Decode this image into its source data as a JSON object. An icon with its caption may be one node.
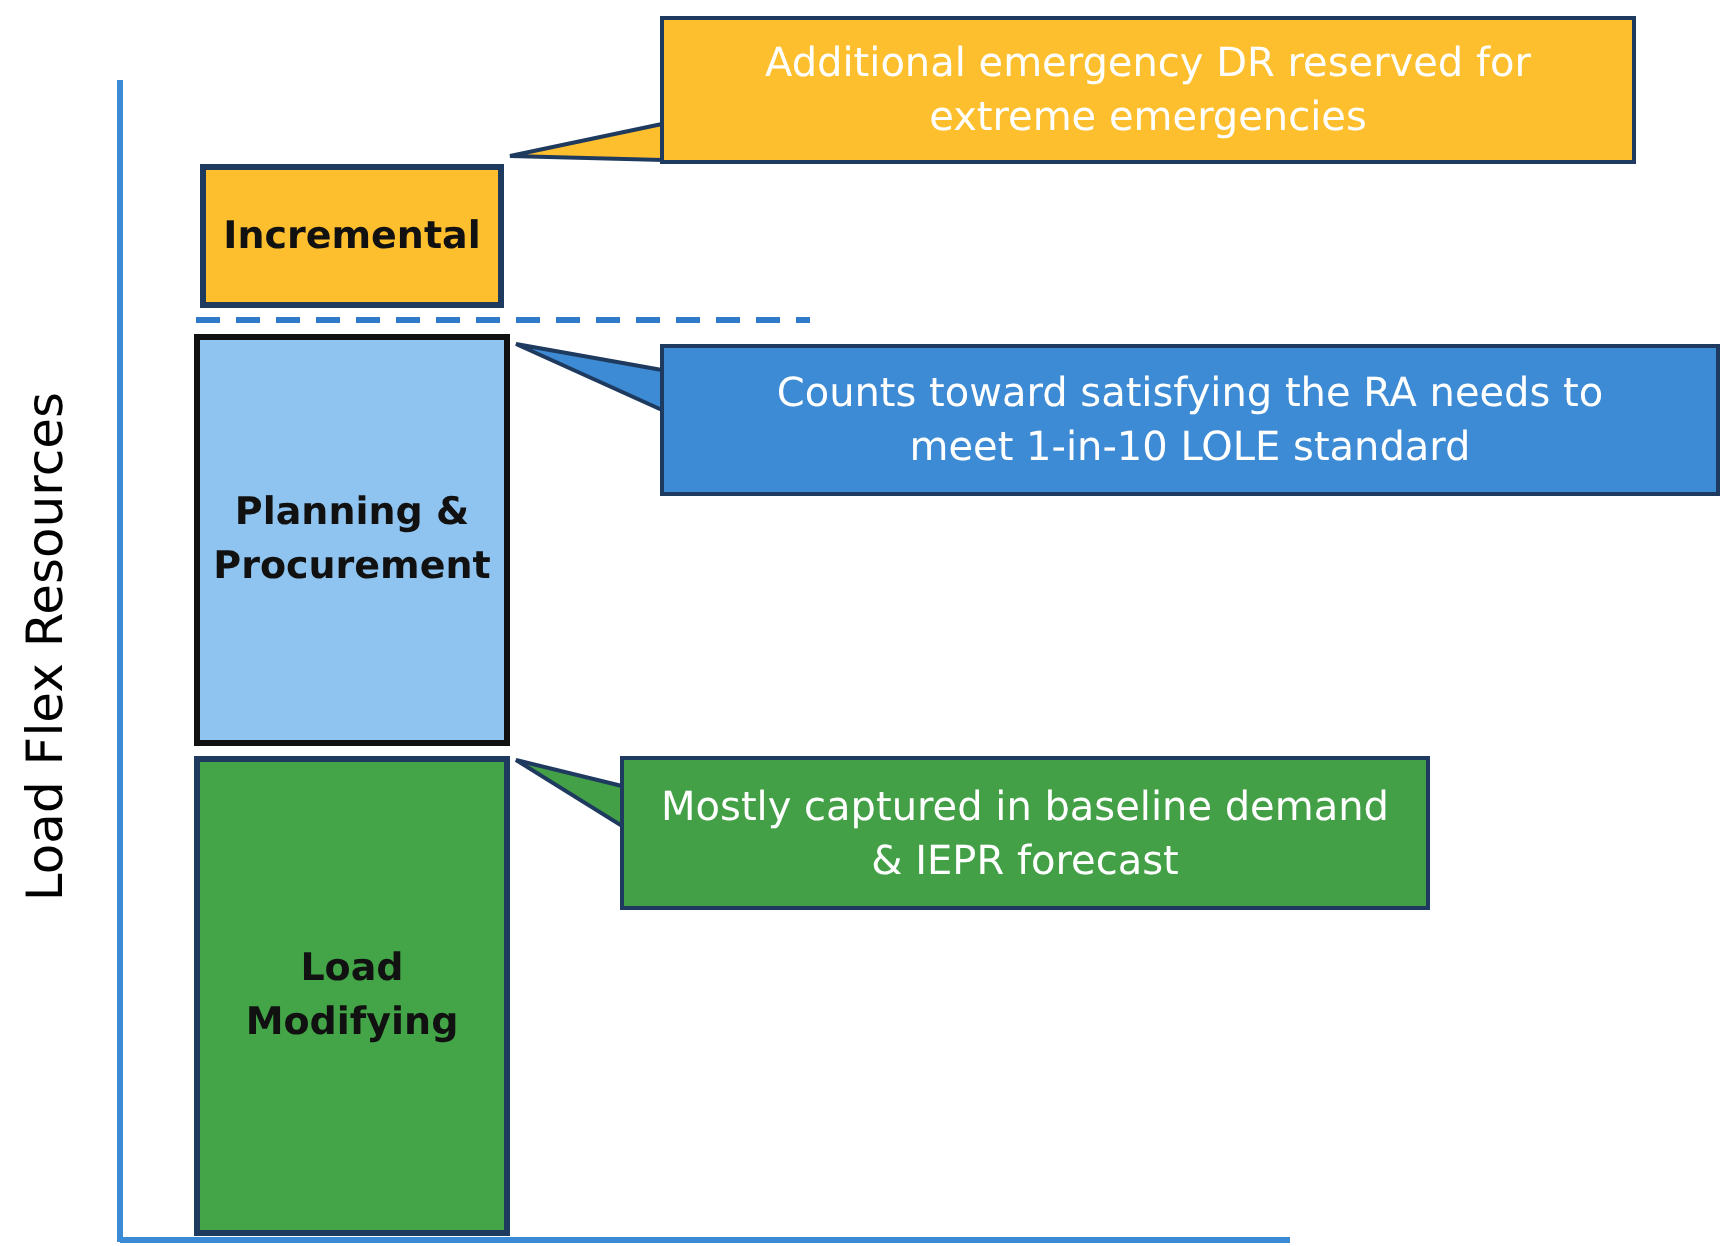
{
  "diagram": {
    "nodes": [
      {
        "text": [
          "Incremental"
        ]
      },
      {
        "text": [
          "Additional emergency DR reserved for extreme emergencies"
        ]
      },
      {
        "text": [
          "Planning & Procurement"
        ]
      },
      {
        "text": [
          "Counts toward satisfying the RA needs to meet 1-in-10 LOLE standard"
        ]
      },
      {
        "text": [
          "Load Modifying"
        ]
      },
      {
        "text": [
          "Mostly captured in baseline demand & IEPR forecast"
        ]
      }
    ],
    "edges": [
      {
        "from": 1,
        "to": 0,
        "arrow": "to"
      },
      {
        "from": 3,
        "to": 2,
        "arrow": "to"
      },
      {
        "from": 5,
        "to": 4,
        "arrow": "to"
      }
    ],
    "labels": [
      "Load Flex Resources"
    ]
  }
}
